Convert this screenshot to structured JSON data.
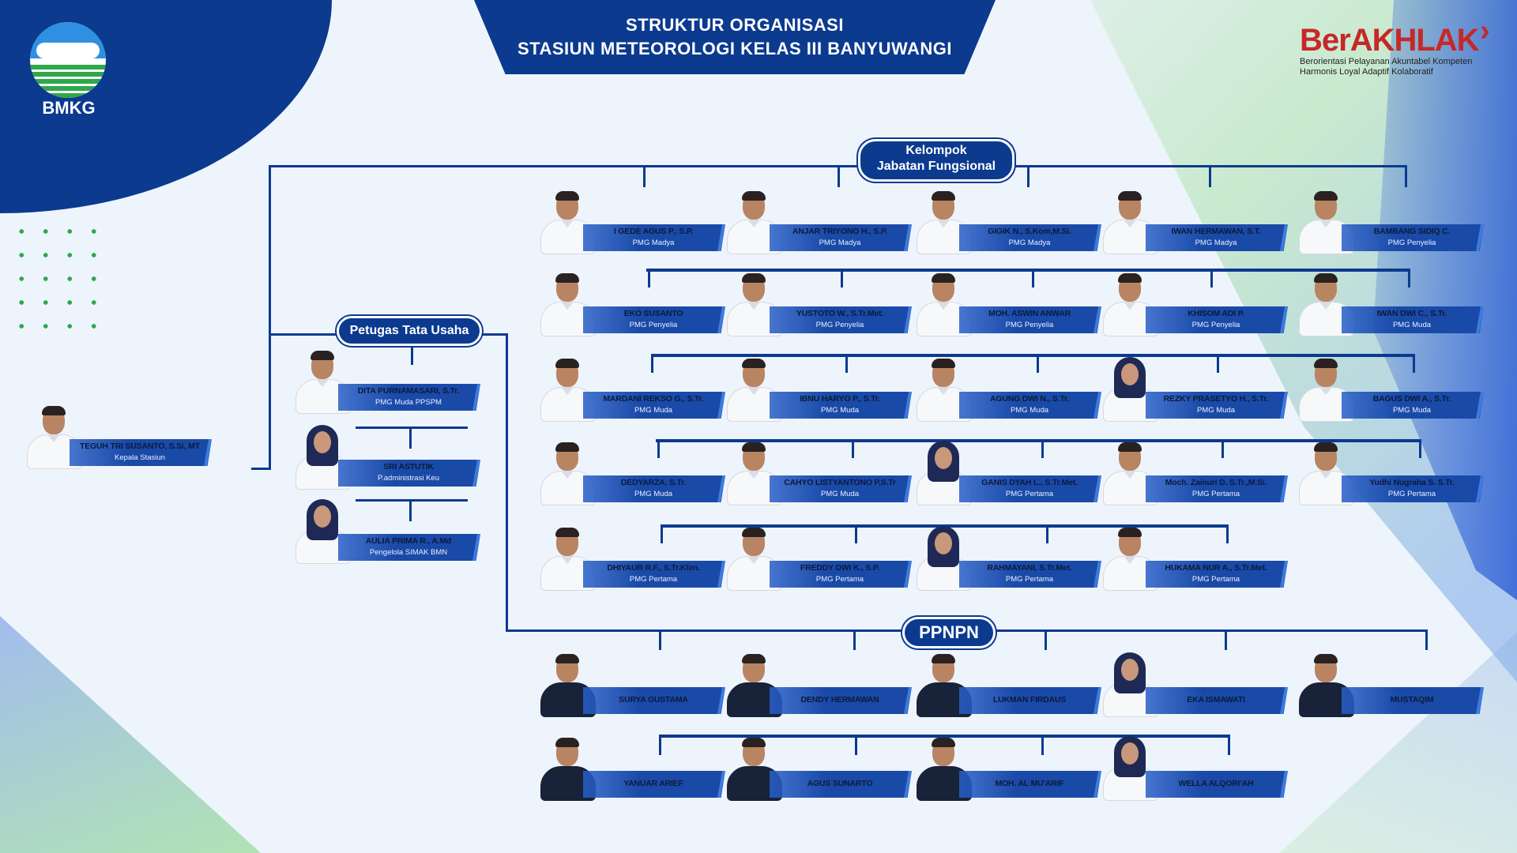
{
  "header": {
    "title_line1": "STRUKTUR ORGANISASI",
    "title_line2": "STASIUN METEOROLOGI KELAS III BANYUWANGI"
  },
  "logo": {
    "text": "BMKG"
  },
  "berakhlak": {
    "title": "BerAKHLAK",
    "line1": "Berorientasi Pelayanan Akuntabel Kompeten",
    "line2": "Harmonis Loyal Adaptif Kolaboratif"
  },
  "sections": {
    "fungsional": "Kelompok\nJabatan Fungsional",
    "tata_usaha": "Petugas Tata Usaha",
    "ppnpn": "PPNPN"
  },
  "head": {
    "name": "TEGUH TRI SUSANTO, S.Si, MT",
    "role": "Kepala Stasiun"
  },
  "tata_usaha": [
    {
      "name": "DITA PURNAMASARI, S.Tr.",
      "role": "PMG Muda PPSPM"
    },
    {
      "name": "SRI ASTUTIK",
      "role": "P.administrasi Keu"
    },
    {
      "name": "AULIA PRIMA R., A.Md",
      "role": "Pengelola SIMAK BMN"
    }
  ],
  "fungsional_rows": [
    [
      {
        "name": "I GEDE AGUS P., S.P.",
        "role": "PMG Madya"
      },
      {
        "name": "ANJAR TRIYONO H., S.P.",
        "role": "PMG Madya"
      },
      {
        "name": "GIGIK N., S.Kom,M.Si.",
        "role": "PMG Madya"
      },
      {
        "name": "IWAN HERMAWAN, S.T.",
        "role": "PMG Madya"
      },
      {
        "name": "BAMBANG SIDIQ C.",
        "role": "PMG Penyelia"
      }
    ],
    [
      {
        "name": "EKO SUSANTO",
        "role": "PMG Penyelia"
      },
      {
        "name": "YUSTOTO W., S.Tr.Met.",
        "role": "PMG Penyelia"
      },
      {
        "name": "MOH. ASWIN ANWAR",
        "role": "PMG Penyelia"
      },
      {
        "name": "KHISOM ADI P.",
        "role": "PMG Penyelia"
      },
      {
        "name": "IWAN DWI C., S.Tr.",
        "role": "PMG Muda"
      }
    ],
    [
      {
        "name": "MARDANI REKSO G., S.Tr.",
        "role": "PMG Muda"
      },
      {
        "name": "IBNU HARYO P., S.Tr.",
        "role": "PMG Muda"
      },
      {
        "name": "AGUNG DWI N., S.Tr.",
        "role": "PMG Muda"
      },
      {
        "name": "REZKY PRASETYO H., S.Tr.",
        "role": "PMG Muda"
      },
      {
        "name": "BAGUS DWI A., S.Tr.",
        "role": "PMG Muda"
      }
    ],
    [
      {
        "name": "DEDYARZA, S.Tr.",
        "role": "PMG Muda"
      },
      {
        "name": "CAHYO LISTYANTONO P,S.Tr",
        "role": "PMG Muda"
      },
      {
        "name": "GANIS DYAH L., S.Tr.Met.",
        "role": "PMG Pertama"
      },
      {
        "name": "Moch. Zainuri D. S.Tr.,M.Si.",
        "role": "PMG Pertama"
      },
      {
        "name": "Yudhi Nugraha S. S.Tr.",
        "role": "PMG Pertama"
      }
    ],
    [
      {
        "name": "DHIYAUR R.F., S.Tr.Klim.",
        "role": "PMG Pertama"
      },
      {
        "name": "FREDDY DWI K., S.P.",
        "role": "PMG Pertama"
      },
      {
        "name": "RAHMAYANI, S.Tr.Met.",
        "role": "PMG Pertama"
      },
      {
        "name": "HUKAMA NUR A., S.Tr.Met.",
        "role": "PMG Pertama"
      }
    ]
  ],
  "ppnpn_rows": [
    [
      {
        "name": "SURYA GUSTAMA",
        "role": ""
      },
      {
        "name": "DENDY HERMAWAN",
        "role": ""
      },
      {
        "name": "LUKMAN FIRDAUS",
        "role": ""
      },
      {
        "name": "EKA ISMAWATI",
        "role": ""
      },
      {
        "name": "MUSTAQIM",
        "role": ""
      }
    ],
    [
      {
        "name": "YANUAR ARIEF",
        "role": ""
      },
      {
        "name": "AGUS SUNARTO",
        "role": ""
      },
      {
        "name": "MOH. AL MU'ARIF",
        "role": ""
      },
      {
        "name": "WELLA ALQORI'AH",
        "role": ""
      }
    ]
  ],
  "colors": {
    "primary": "#0b3a8f",
    "accent": "#1a4aa8",
    "green": "#2ea84a",
    "brand_red": "#c62828"
  }
}
